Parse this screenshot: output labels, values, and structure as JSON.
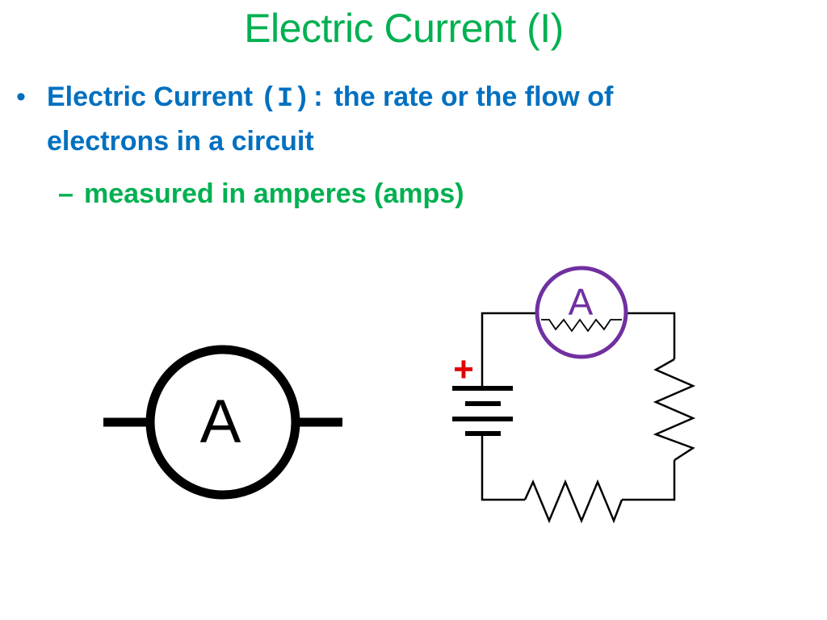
{
  "slide": {
    "title": "Electric Current (I)"
  },
  "bullet": {
    "marker": "•",
    "term": "Electric Current ",
    "symbol": "(I):",
    "definition": "  the rate or the flow of electrons in a circuit"
  },
  "sub_bullet": {
    "marker": "–",
    "text": "measured in amperes (amps)"
  },
  "ammeter_symbol": {
    "letter": "A"
  },
  "circuit": {
    "ammeter_letter": "A",
    "positive_sign": "+",
    "colors": {
      "ammeter_ring": "#7030a0",
      "positive_sign": "#e00000",
      "wires": "#000000"
    }
  },
  "colors": {
    "title": "#00b050",
    "bullet": "#0070c0",
    "sub_bullet": "#00b050"
  }
}
